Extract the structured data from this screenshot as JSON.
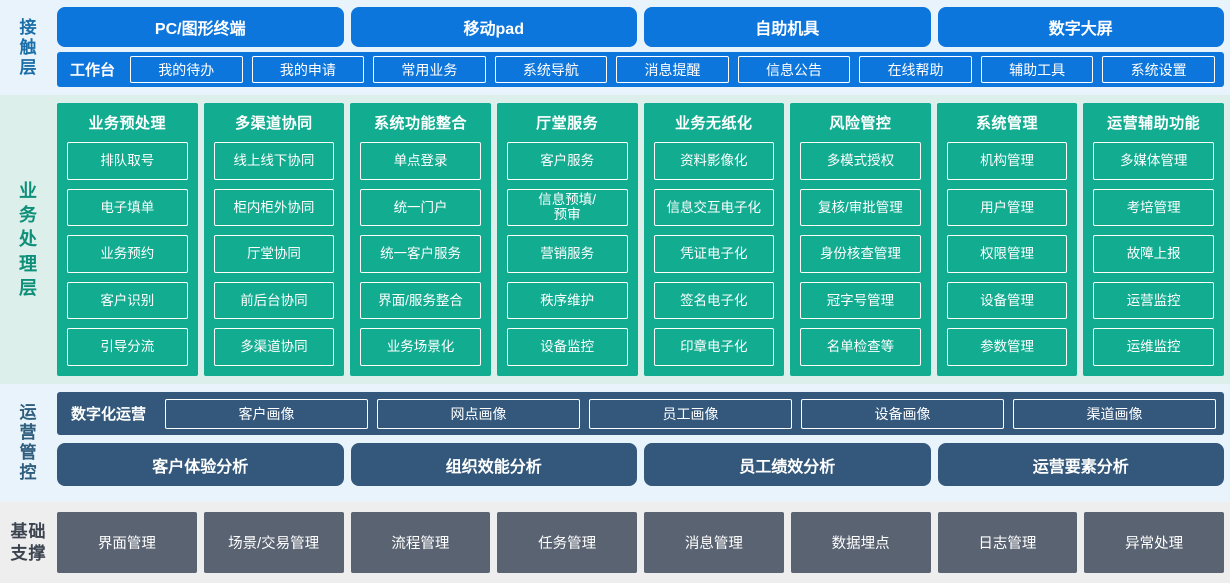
{
  "colors": {
    "contact_band_bg": "#e8f3fb",
    "contact_blue": "#0d76dd",
    "business_band_bg": "#dcefea",
    "business_green": "#12ad91",
    "ops_band_bg": "#e8f3fb",
    "ops_darkblue": "#33587b",
    "base_band_bg": "#eeeeee",
    "base_gray": "#5a6372"
  },
  "layers": {
    "contact": {
      "label": [
        "接",
        "触",
        "层"
      ],
      "channels": [
        "PC/图形终端",
        "移动pad",
        "自助机具",
        "数字大屏"
      ],
      "workbench_title": "工作台",
      "workbench_items": [
        "我的待办",
        "我的申请",
        "常用业务",
        "系统导航",
        "消息提醒",
        "信息公告",
        "在线帮助",
        "辅助工具",
        "系统设置"
      ]
    },
    "business": {
      "label": [
        "业",
        "务",
        "处",
        "理",
        "层"
      ],
      "columns": [
        {
          "title": "业务预处理",
          "items": [
            "排队取号",
            "电子填单",
            "业务预约",
            "客户识别",
            "引导分流"
          ]
        },
        {
          "title": "多渠道协同",
          "items": [
            "线上线下协同",
            "柜内柜外协同",
            "厅堂协同",
            "前后台协同",
            "多渠道协同"
          ]
        },
        {
          "title": "系统功能整合",
          "items": [
            "单点登录",
            "统一门户",
            "统一客户服务",
            "界面/服务整合",
            "业务场景化"
          ]
        },
        {
          "title": "厅堂服务",
          "items": [
            "客户服务",
            "信息预填/\n预审",
            "营销服务",
            "秩序维护",
            "设备监控"
          ]
        },
        {
          "title": "业务无纸化",
          "items": [
            "资料影像化",
            "信息交互电子化",
            "凭证电子化",
            "签名电子化",
            "印章电子化"
          ]
        },
        {
          "title": "风险管控",
          "items": [
            "多模式授权",
            "复核/审批管理",
            "身份核查管理",
            "冠字号管理",
            "名单检查等"
          ]
        },
        {
          "title": "系统管理",
          "items": [
            "机构管理",
            "用户管理",
            "权限管理",
            "设备管理",
            "参数管理"
          ]
        },
        {
          "title": "运营辅助功能",
          "items": [
            "多媒体管理",
            "考培管理",
            "故障上报",
            "运营监控",
            "运维监控"
          ]
        }
      ]
    },
    "operations": {
      "label": [
        "运",
        "营",
        "管",
        "控"
      ],
      "digital_ops_title": "数字化运营",
      "portraits": [
        "客户画像",
        "网点画像",
        "员工画像",
        "设备画像",
        "渠道画像"
      ],
      "analyses": [
        "客户体验分析",
        "组织效能分析",
        "员工绩效分析",
        "运营要素分析"
      ]
    },
    "base": {
      "label": [
        "基础",
        "支撑"
      ],
      "items": [
        "界面管理",
        "场景/交易管理",
        "流程管理",
        "任务管理",
        "消息管理",
        "数据埋点",
        "日志管理",
        "异常处理"
      ]
    }
  }
}
